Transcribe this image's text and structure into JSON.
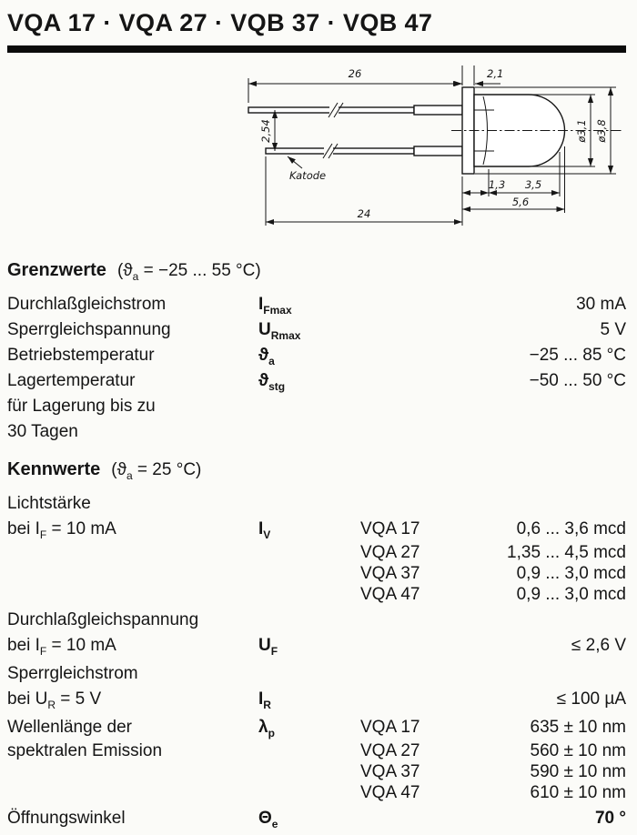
{
  "title": "VQA 17 · VQA 27 · VQB 37 · VQB 47",
  "drawing": {
    "dim_lead_top": "26",
    "dim_flange_thickness": "2,1",
    "dim_lead_pitch": "2,54",
    "dim_lead_bottom": "24",
    "dim_base": "1,3",
    "dim_dome": "3,5",
    "dim_body_length": "5,6",
    "dia_dome": "ø3,1",
    "dia_flange": "ø3,8",
    "cathode_label": "Katode"
  },
  "grenzwerte": {
    "heading": "Grenzwerte",
    "cond_pre": "(ϑ",
    "cond_sub": "a",
    "cond_post": " = −25 ... 55 °C)",
    "rows": [
      {
        "label": "Durchlaßgleichstrom",
        "sym": "I",
        "sub": "Fmax",
        "value": "30 mA"
      },
      {
        "label": "Sperrgleichspannung",
        "sym": "U",
        "sub": "Rmax",
        "value": "5 V"
      },
      {
        "label": "Betriebstemperatur",
        "sym": "ϑ",
        "sub": "a",
        "value": "−25 ... 85 °C"
      },
      {
        "label": "Lagertemperatur",
        "label2": "für Lagerung bis zu",
        "label3": "30 Tagen",
        "sym": "ϑ",
        "sub": "stg",
        "value": "−50 ... 50 °C"
      }
    ]
  },
  "kennwerte": {
    "heading": "Kennwerte",
    "cond_pre": "(ϑ",
    "cond_sub": "a",
    "cond_post": " = 25 °C)",
    "rows": [
      {
        "label": "Lichtstärke",
        "cond_pre": "bei I",
        "cond_sub": "F",
        "cond_post": " = 10 mA",
        "sym": "I",
        "sub": "V",
        "variants": [
          {
            "name": "VQA 17",
            "value": "0,6 ... 3,6 mcd"
          },
          {
            "name": "VQA 27",
            "value": "1,35 ... 4,5 mcd"
          },
          {
            "name": "VQA 37",
            "value": "0,9 ... 3,0 mcd"
          },
          {
            "name": "VQA 47",
            "value": "0,9 ... 3,0 mcd"
          }
        ]
      },
      {
        "label": "Durchlaßgleichspannung",
        "cond_pre": "bei I",
        "cond_sub": "F",
        "cond_post": " = 10 mA",
        "sym": "U",
        "sub": "F",
        "value": "≤ 2,6 V"
      },
      {
        "label": "Sperrgleichstrom",
        "cond_pre": "bei U",
        "cond_sub": "R",
        "cond_post": " = 5 V",
        "sym": "I",
        "sub": "R",
        "value": "≤ 100 µA"
      },
      {
        "label": "Wellenlänge der",
        "label2": "spektralen Emission",
        "sym": "λ",
        "sub": "p",
        "variants": [
          {
            "name": "VQA 17",
            "value": "635 ± 10 nm"
          },
          {
            "name": "VQA 27",
            "value": "560 ± 10 nm"
          },
          {
            "name": "VQA 37",
            "value": "590 ± 10 nm"
          },
          {
            "name": "VQA 47",
            "value": "610 ± 10 nm"
          }
        ]
      },
      {
        "label": "Öffnungswinkel",
        "sym": "Θ",
        "sub": "e",
        "value": "70 °"
      }
    ]
  }
}
